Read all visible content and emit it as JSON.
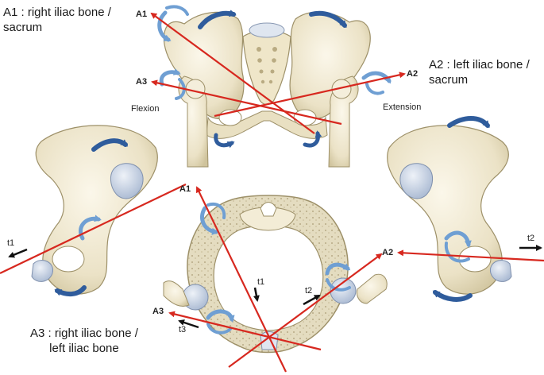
{
  "captions": {
    "a1": [
      "A1 : right iliac bone /",
      "sacrum"
    ],
    "a2": [
      "A2 : left iliac bone /",
      "sacrum"
    ],
    "a3": [
      "A3 : right iliac bone /",
      "left iliac bone"
    ]
  },
  "motion_labels": {
    "flexion": "Flexion",
    "extension": "Extension"
  },
  "axis_labels": {
    "top_a1": "A1",
    "top_a2": "A2",
    "top_a3": "A3",
    "mid_a1": "A1",
    "mid_a2": "A2",
    "mid_a3": "A3"
  },
  "translation_labels": {
    "left_t1": "t1",
    "right_t2": "t2",
    "mid_t1": "t1",
    "mid_t2": "t2",
    "mid_t3": "t3"
  },
  "colors": {
    "axis_line": "#d7281f",
    "rotation_dark": "#2f5c9c",
    "rotation_light": "#6f9fd3",
    "bone_fill": "#efe8d2",
    "bone_shade": "#d9ceae",
    "cartilage": "#c8d4e6"
  }
}
